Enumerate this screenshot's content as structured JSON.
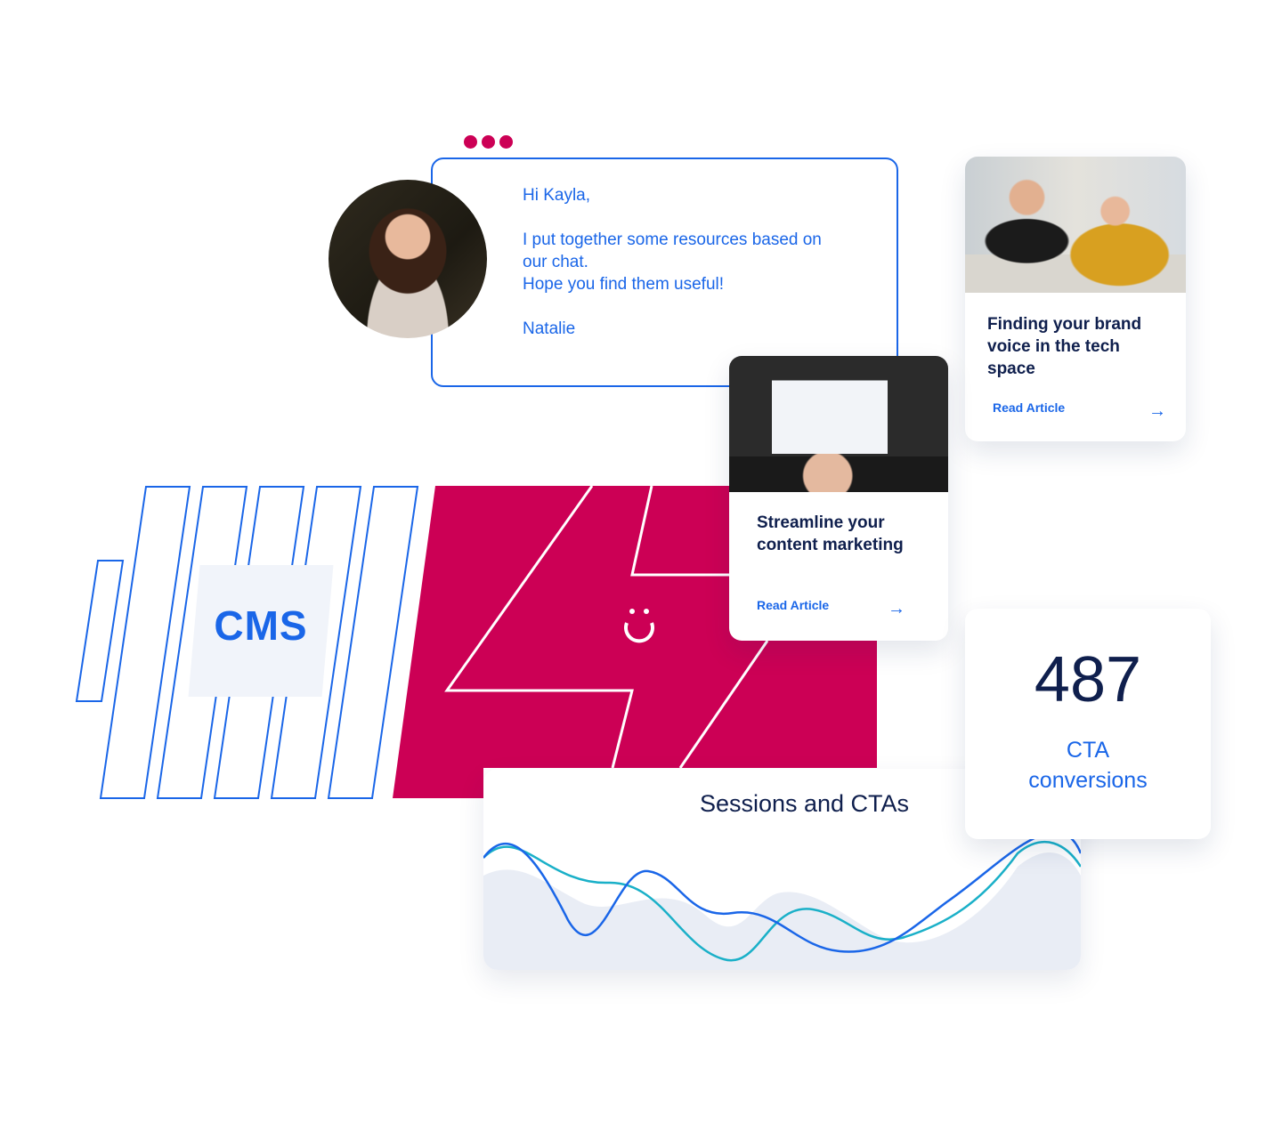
{
  "colors": {
    "accent": "#1a66e8",
    "brand": "#cc0055",
    "navy": "#0f1f4d"
  },
  "message": {
    "greeting": "Hi Kayla,",
    "body_line1": "I put together some resources based on",
    "body_line2": "our chat.",
    "body_line3": "Hope you find them useful!",
    "signature": "Natalie"
  },
  "cms": {
    "label": "CMS"
  },
  "cards": [
    {
      "title": "Finding your brand voice in the tech space",
      "link": "Read Article"
    },
    {
      "title": "Streamline your content marketing",
      "link": "Read Article"
    }
  ],
  "stat": {
    "value": "487",
    "label_line1": "CTA",
    "label_line2": "conversions"
  },
  "chart": {
    "title": "Sessions and CTAs"
  },
  "icons": {
    "arrow": "arrow-right-icon",
    "logo": "brand-logo-icon"
  }
}
